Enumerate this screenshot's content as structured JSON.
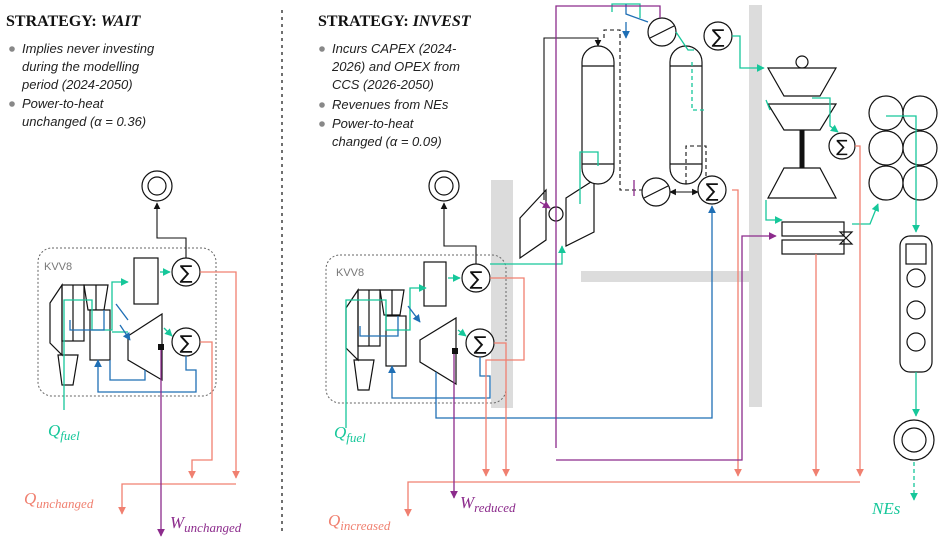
{
  "wait": {
    "heading_prefix": "STRATEGY: ",
    "heading_strategy": "WAIT",
    "bullets": [
      [
        "Implies never investing",
        "during the modelling",
        "period (2024-2050)"
      ],
      [
        "Power-to-heat",
        "unchanged (α = 0.36)"
      ]
    ],
    "plant_label": "KVV8",
    "q_fuel": {
      "main": "Q",
      "sub": "fuel"
    },
    "q_out": {
      "main": "Q",
      "sub": "unchanged"
    },
    "w_out": {
      "main": "W",
      "sub": "unchanged"
    }
  },
  "invest": {
    "heading_prefix": "STRATEGY: ",
    "heading_strategy": "INVEST",
    "bullets": [
      [
        "Incurs CAPEX (2024-",
        "2026) and OPEX from",
        "CCS (2026-2050)"
      ],
      [
        "Revenues from NEs"
      ],
      [
        "Power-to-heat",
        "changed (α = 0.09)"
      ]
    ],
    "plant_label": "KVV8",
    "q_fuel": {
      "main": "Q",
      "sub": "fuel"
    },
    "q_out": {
      "main": "Q",
      "sub": "increased"
    },
    "w_out": {
      "main": "W",
      "sub": "reduced"
    },
    "nes_label": "NEs"
  },
  "colors": {
    "fuel_flow": "#16c79a",
    "water_flow": "#1f6fb5",
    "heat_flow": "#f08070",
    "power_flow": "#8c2b8c",
    "background_band": "#dcdcdc"
  }
}
